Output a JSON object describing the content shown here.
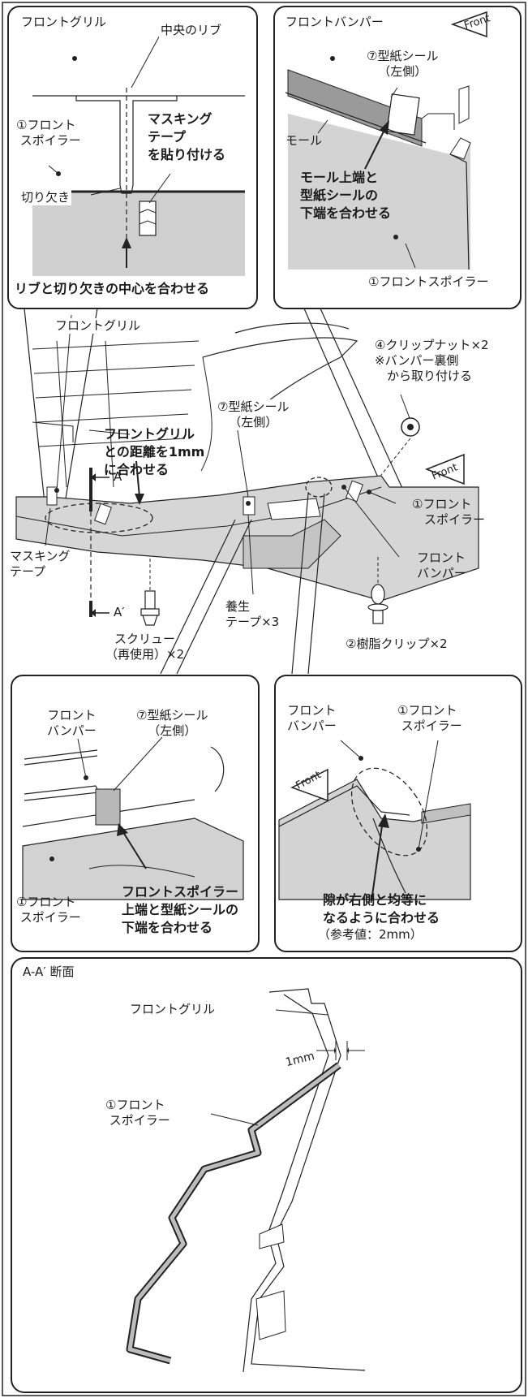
{
  "panel_top_left": {
    "front_grille": "フロントグリル",
    "center_rib": "中央のリブ",
    "front_spoiler": "①フロント\n スポイラー",
    "masking_tape_instruction": "マスキング\nテープ\nを貼り付ける",
    "notch": "切り欠き",
    "align_rib_notch": "リブと切り欠きの中心を合わせる"
  },
  "panel_top_right": {
    "front_bumper": "フロントバンパー",
    "front_arrow": "Front",
    "template_seal": "⑦型紙シール\n（左側）",
    "molding": "モール",
    "align_molding_seal": "モール上端と\n型紙シールの\n下端を合わせる",
    "front_spoiler": "①フロントスポイラー"
  },
  "main_view": {
    "front_grille": "フロントグリル",
    "distance_note": "フロントグリル\nとの距離を1mm\nに合わせる",
    "template_seal": "⑦型紙シール\n（左側）",
    "clip_nut": "④クリップナット×2\n※バンパー裏側\n　から取り付ける",
    "front_arrow": "Front",
    "front_spoiler": "①フロント\n　スポイラー",
    "front_bumper": "フロント\nバンパー",
    "section_a": "A",
    "section_a_prime": "A′",
    "masking_tape": "マスキング\nテープ",
    "screw": "スクリュー\n（再使用）×2",
    "curing_tape": "養生\nテープ×3",
    "resin_clip": "②樹脂クリップ×2"
  },
  "panel_bottom_left": {
    "front_bumper": "フロント\nバンパー",
    "template_seal": "⑦型紙シール\n（左側）",
    "front_spoiler": "①フロント\n スポイラー",
    "align_spoiler_seal": "フロントスポイラー\n上端と型紙シールの\n下端を合わせる"
  },
  "panel_bottom_right": {
    "front_bumper": "フロント\nバンパー",
    "front_spoiler": "①フロント\n スポイラー",
    "front_arrow": "Front",
    "gap_note": "隙が右側と均等に\nなるように合わせる",
    "reference_value": "（参考値：2mm）"
  },
  "section_view": {
    "title": "A-A′ 断面",
    "front_grille": "フロントグリル",
    "dimension": "1mm",
    "front_spoiler": "①フロント\n スポイラー"
  }
}
